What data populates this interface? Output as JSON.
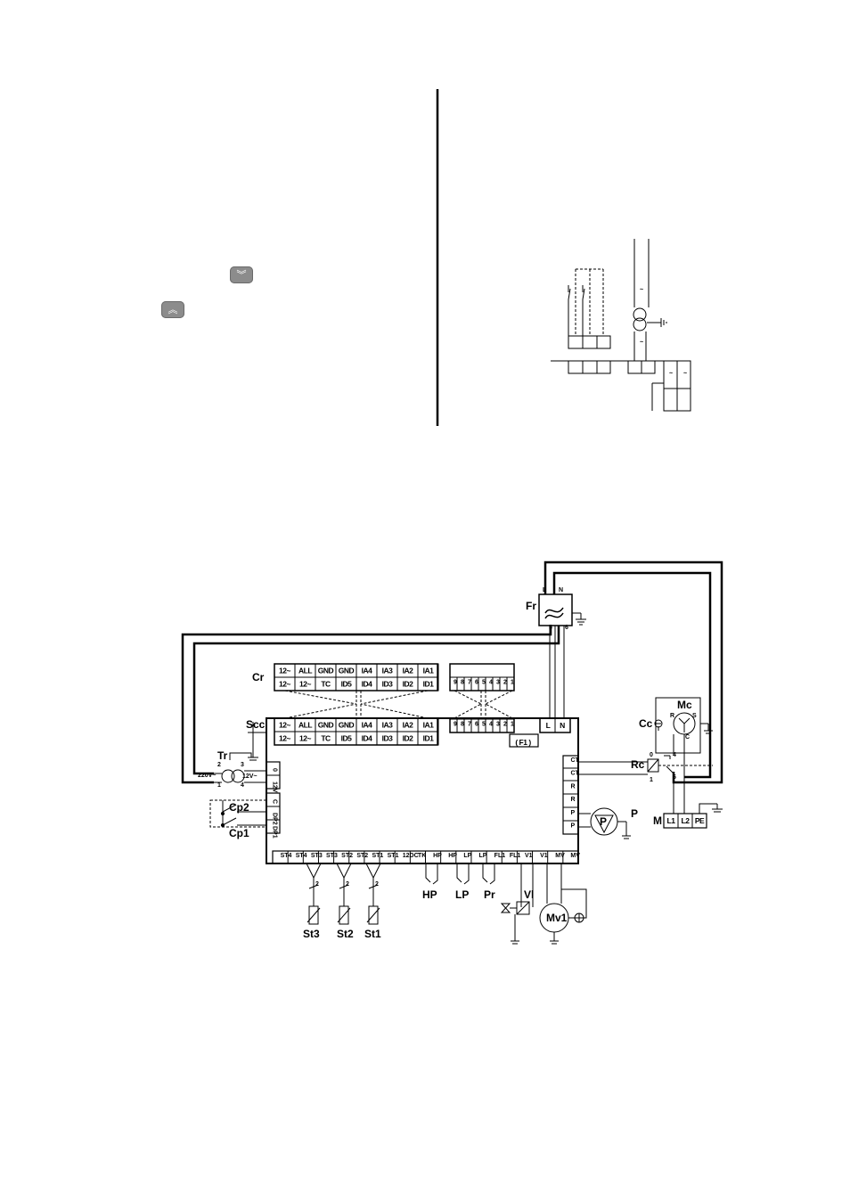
{
  "buttons": {
    "down": {
      "glyph": "︾"
    },
    "up": {
      "glyph": "︽"
    }
  },
  "top_diagram": {
    "tilde": "~"
  },
  "labels": {
    "Fr": "Fr",
    "Fr_L": "L",
    "Fr_N": "N",
    "Fr_5": "5",
    "Fr_6": "6",
    "Cr": "Cr",
    "Scc": "Scc",
    "Tr": "Tr",
    "Tr_220": "220V~",
    "Tr_12": "12V~",
    "Tr_2": "2",
    "Tr_1": "1",
    "Tr_3": "3",
    "Tr_4": "4",
    "Cp2": "Cp2",
    "Cp1": "Cp1",
    "F1": "( F1 )",
    "Mc": "Mc",
    "Cc": "Cc",
    "Rc": "Rc",
    "Rc_0": "0",
    "Rc_1": "1",
    "Rc_4": "4",
    "Rc_6": "6",
    "P": "P",
    "Pump": "P",
    "M": "M",
    "Mc_R": "R",
    "Mc_S": "S",
    "Mc_C": "C",
    "St3": "St3",
    "St2": "St2",
    "St1": "St1",
    "HP": "HP",
    "LP": "LP",
    "Pr": "Pr",
    "Vl": "Vl",
    "Mv1": "Mv1",
    "two": "2"
  },
  "cr_top": [
    "12~",
    "ALL",
    "GND",
    "GND",
    "IA4",
    "IA3",
    "IA2",
    "IA1"
  ],
  "cr_bottom": [
    "12~",
    "12~",
    "TC",
    "ID5",
    "ID4",
    "ID3",
    "ID2",
    "ID1"
  ],
  "cr_num": [
    "9",
    "8",
    "7",
    "6",
    "5",
    "4",
    "3",
    "2",
    "1"
  ],
  "scc_top": [
    "12~",
    "ALL",
    "GND",
    "GND",
    "IA4",
    "IA3",
    "IA2",
    "IA1"
  ],
  "scc_bottom": [
    "12~",
    "12~",
    "TC",
    "ID5",
    "ID4",
    "ID3",
    "ID2",
    "ID1"
  ],
  "scc_num": [
    "9",
    "8",
    "7",
    "6",
    "5",
    "4",
    "3",
    "2",
    "1"
  ],
  "scc_LN": [
    "L",
    "N"
  ],
  "scc_right": [
    "CT",
    "CT",
    "R",
    "R",
    "P",
    "P"
  ],
  "scc_left": [
    "0",
    "12V",
    "C",
    "DP2",
    "DP1"
  ],
  "scc_bottom_row": [
    "ST4",
    "ST4",
    "ST3",
    "ST3",
    "ST2",
    "ST2",
    "ST1",
    "ST1",
    "12DC",
    "TK",
    "HP",
    "HP",
    "LP",
    "LP",
    "FL1",
    "FL1",
    "V1",
    "V1",
    "MV",
    "MV"
  ],
  "mains": [
    "L1",
    "L2",
    "PE"
  ]
}
